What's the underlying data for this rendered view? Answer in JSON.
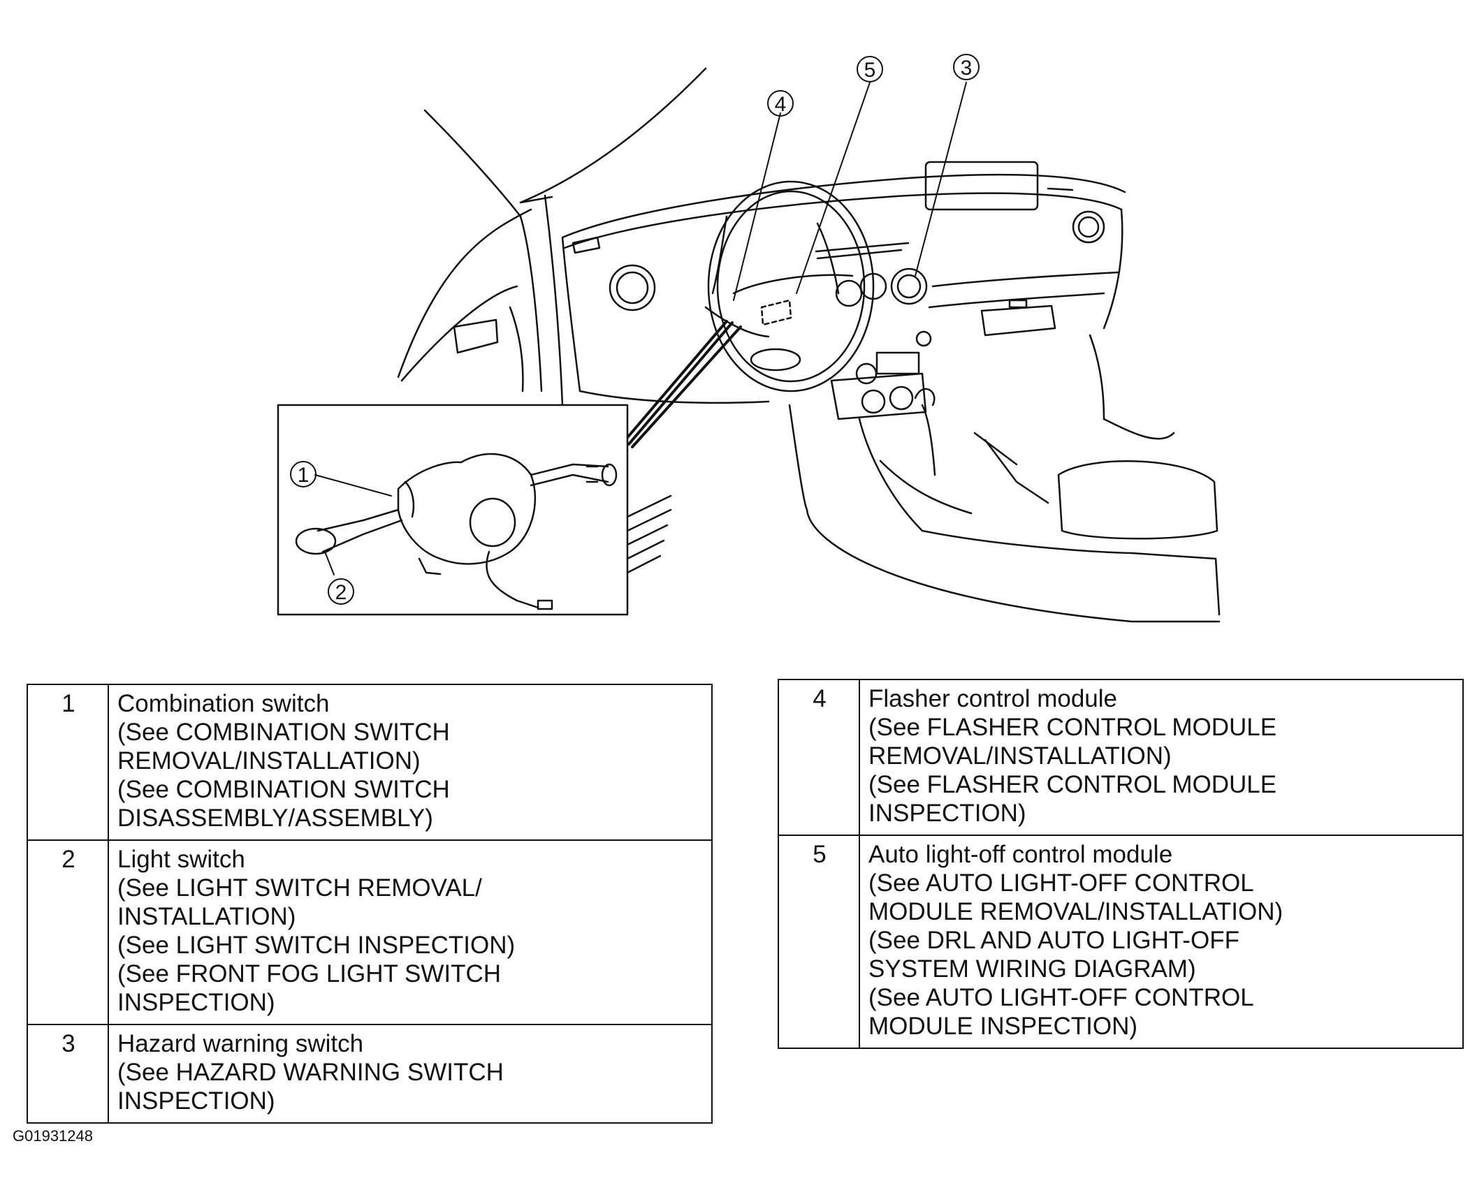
{
  "callouts": {
    "c1": "1",
    "c2": "2",
    "c3": "3",
    "c4": "4",
    "c5": "5"
  },
  "table_left": [
    {
      "num": "1",
      "lines": [
        "Combination switch",
        "(See COMBINATION SWITCH",
        "REMOVAL/INSTALLATION)",
        "(See COMBINATION SWITCH",
        "DISASSEMBLY/ASSEMBLY)"
      ]
    },
    {
      "num": "2",
      "lines": [
        "Light switch",
        "(See LIGHT SWITCH REMOVAL/",
        "INSTALLATION)",
        "(See LIGHT SWITCH INSPECTION)",
        "(See FRONT FOG LIGHT SWITCH",
        "INSPECTION)"
      ]
    },
    {
      "num": "3",
      "lines": [
        "Hazard warning switch",
        "(See HAZARD WARNING SWITCH",
        "INSPECTION)"
      ]
    }
  ],
  "table_right": [
    {
      "num": "4",
      "lines": [
        "Flasher control module",
        "(See FLASHER CONTROL MODULE",
        "REMOVAL/INSTALLATION)",
        "(See FLASHER CONTROL MODULE",
        "INSPECTION)"
      ]
    },
    {
      "num": "5",
      "lines": [
        "Auto light-off control module",
        "(See AUTO LIGHT-OFF CONTROL",
        "MODULE REMOVAL/INSTALLATION)",
        "(See DRL AND AUTO LIGHT-OFF",
        "SYSTEM WIRING DIAGRAM)",
        "(See AUTO LIGHT-OFF CONTROL",
        "MODULE INSPECTION)"
      ]
    }
  ],
  "figure_id": "G01931248"
}
